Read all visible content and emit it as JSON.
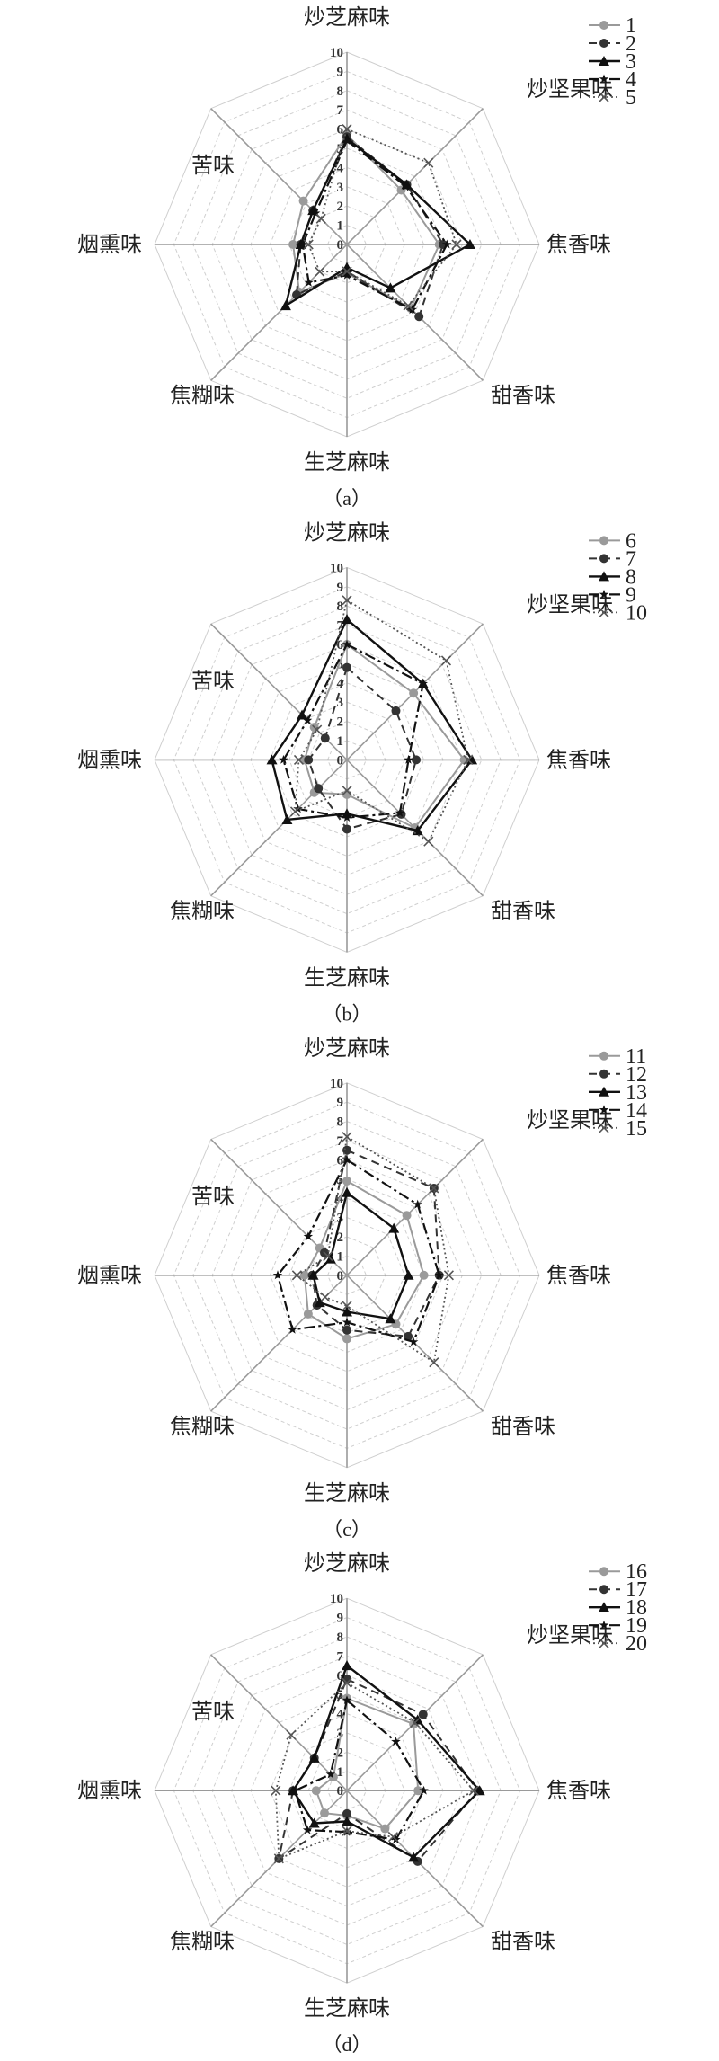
{
  "chart_data": [
    {
      "type": "radar",
      "caption": "（a）",
      "axes": [
        "炒芝麻味",
        "炒坚果味",
        "焦香味",
        "甜香味",
        "生芝麻味",
        "焦糊味",
        "烟熏味",
        "苦味"
      ],
      "range": [
        0,
        10
      ],
      "ticks": [
        "0",
        "1",
        "2",
        "3",
        "4",
        "5",
        "6",
        "7",
        "8",
        "9",
        "10"
      ],
      "legend_position": "top-right",
      "series": [
        {
          "name": "1",
          "values": [
            5.7,
            4.0,
            4.8,
            4.7,
            1.5,
            3.5,
            2.8,
            3.2
          ]
        },
        {
          "name": "2",
          "values": [
            5.6,
            4.4,
            5.0,
            5.3,
            1.4,
            3.7,
            2.4,
            2.5
          ]
        },
        {
          "name": "3",
          "values": [
            5.5,
            4.4,
            6.4,
            3.2,
            1.2,
            4.5,
            2.4,
            2.5
          ]
        },
        {
          "name": "4",
          "values": [
            5.4,
            4.3,
            5.2,
            4.8,
            1.6,
            2.8,
            2.3,
            2.3
          ]
        },
        {
          "name": "5",
          "values": [
            6.0,
            6.0,
            5.7,
            4.5,
            1.4,
            2.0,
            2.0,
            1.9
          ]
        }
      ]
    },
    {
      "type": "radar",
      "caption": "（b）",
      "axes": [
        "炒芝麻味",
        "炒坚果味",
        "焦香味",
        "甜香味",
        "生芝麻味",
        "焦糊味",
        "烟熏味",
        "苦味"
      ],
      "range": [
        0,
        10
      ],
      "ticks": [
        "0",
        "1",
        "2",
        "3",
        "4",
        "5",
        "6",
        "7",
        "8",
        "9",
        "10"
      ],
      "legend_position": "top-right",
      "series": [
        {
          "name": "6",
          "values": [
            6.0,
            4.9,
            6.1,
            5.0,
            1.8,
            2.4,
            2.2,
            2.4
          ]
        },
        {
          "name": "7",
          "values": [
            4.8,
            3.6,
            3.6,
            4.0,
            3.6,
            2.1,
            2.0,
            1.6
          ]
        },
        {
          "name": "8",
          "values": [
            7.3,
            5.6,
            6.5,
            5.2,
            2.8,
            4.4,
            3.9,
            3.3
          ]
        },
        {
          "name": "9",
          "values": [
            6.0,
            5.6,
            3.2,
            3.9,
            3.0,
            3.6,
            3.3,
            2.9
          ]
        },
        {
          "name": "10",
          "values": [
            8.3,
            7.3,
            6.3,
            6.0,
            1.6,
            3.8,
            2.5,
            2.2
          ]
        }
      ]
    },
    {
      "type": "radar",
      "caption": "（c）",
      "axes": [
        "炒芝麻味",
        "炒坚果味",
        "焦香味",
        "甜香味",
        "生芝麻味",
        "焦糊味",
        "烟熏味",
        "苦味"
      ],
      "range": [
        0,
        10
      ],
      "ticks": [
        "0",
        "1",
        "2",
        "3",
        "4",
        "5",
        "6",
        "7",
        "8",
        "9",
        "10"
      ],
      "legend_position": "top-right",
      "series": [
        {
          "name": "11",
          "values": [
            4.9,
            4.4,
            4.0,
            3.6,
            3.3,
            2.85,
            2.2,
            2.0
          ]
        },
        {
          "name": "12",
          "values": [
            6.5,
            6.4,
            4.8,
            4.5,
            2.85,
            2.2,
            1.8,
            1.65
          ]
        },
        {
          "name": "13",
          "values": [
            4.3,
            3.45,
            3.2,
            3.2,
            1.9,
            2.0,
            1.75,
            1.2
          ]
        },
        {
          "name": "14",
          "values": [
            6.0,
            5.2,
            4.8,
            4.9,
            2.45,
            4.0,
            3.6,
            2.85
          ]
        },
        {
          "name": "15",
          "values": [
            7.2,
            6.4,
            5.3,
            6.4,
            1.6,
            1.6,
            2.6,
            1.4
          ]
        }
      ]
    },
    {
      "type": "radar",
      "caption": "（d）",
      "axes": [
        "炒芝麻味",
        "炒坚果味",
        "焦香味",
        "甜香味",
        "生芝麻味",
        "焦糊味",
        "烟熏味",
        "苦味"
      ],
      "range": [
        0,
        10
      ],
      "ticks": [
        "0",
        "1",
        "2",
        "3",
        "4",
        "5",
        "6",
        "7",
        "8",
        "9",
        "10"
      ],
      "legend_position": "top-right",
      "series": [
        {
          "name": "16",
          "values": [
            4.8,
            4.9,
            3.7,
            2.8,
            1.3,
            1.65,
            1.6,
            1.0
          ]
        },
        {
          "name": "17",
          "values": [
            5.8,
            5.6,
            6.8,
            5.2,
            1.2,
            5.0,
            2.8,
            2.4
          ]
        },
        {
          "name": "18",
          "values": [
            6.5,
            5.2,
            6.9,
            4.9,
            1.6,
            2.4,
            2.8,
            2.4
          ]
        },
        {
          "name": "19",
          "values": [
            4.7,
            3.6,
            4.0,
            3.6,
            2.15,
            2.9,
            2.7,
            1.2
          ]
        },
        {
          "name": "20",
          "values": [
            5.6,
            5.0,
            6.6,
            3.4,
            2.1,
            5.0,
            3.7,
            4.1
          ]
        }
      ]
    }
  ],
  "styles": {
    "grid_color": "#cfcfcf",
    "axis_color": "#9a9a9a",
    "series_colors": [
      "#9a9a9a",
      "#333333",
      "#111111",
      "#111111",
      "#555555"
    ]
  }
}
